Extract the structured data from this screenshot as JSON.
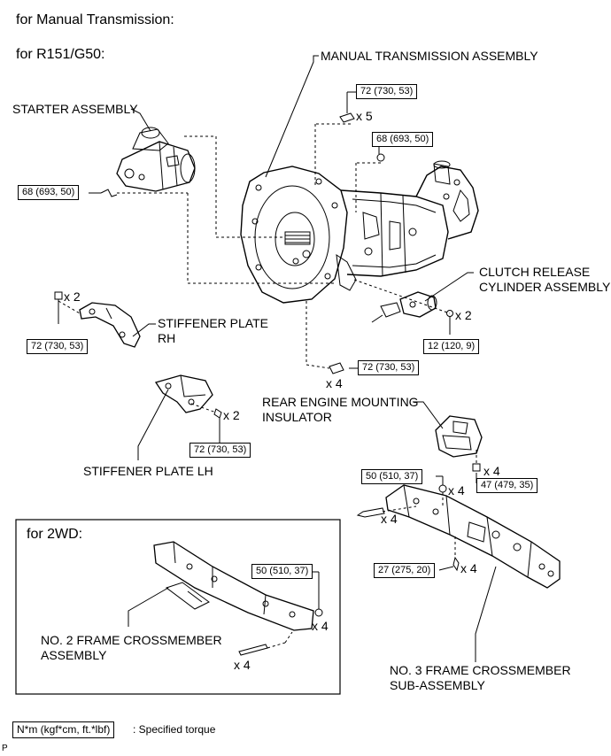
{
  "headings": {
    "main": "for Manual Transmission:",
    "variant": "for R151/G50:"
  },
  "components": {
    "transmission": "MANUAL TRANSMISSION ASSEMBLY",
    "starter": "STARTER ASSEMBLY",
    "clutch_line1": "CLUTCH RELEASE",
    "clutch_line2": "CYLINDER ASSEMBLY",
    "stiffener_rh_line1": "STIFFENER PLATE",
    "stiffener_rh_line2": "RH",
    "stiffener_lh": "STIFFENER PLATE LH",
    "rear_mount_line1": "REAR ENGINE MOUNTING",
    "rear_mount_line2": "INSULATOR",
    "no3_line1": "NO. 3 FRAME CROSSMEMBER",
    "no3_line2": "SUB-ASSEMBLY",
    "no2_line1": "NO. 2 FRAME CROSSMEMBER",
    "no2_line2": "ASSEMBLY"
  },
  "inset": {
    "title": "for 2WD:"
  },
  "torques": {
    "trans_bolts_top": "72 (730, 53)",
    "trans_bolt_upper": "68 (693, 50)",
    "starter_bolt": "68 (693, 50)",
    "stiffener_rh": "72 (730, 53)",
    "clutch_bolt": "12 (120, 9)",
    "trans_bolts_bottom": "72 (730, 53)",
    "stiffener_lh": "72 (730, 53)",
    "rear_mount": "47 (479, 35)",
    "no3_nut": "50 (510, 37)",
    "no3_center": "27 (275, 20)",
    "no2_nut": "50 (510, 37)"
  },
  "quantities": {
    "trans_bolts_top": "x 5",
    "stiffener_rh": "x 2",
    "clutch_bolt": "x 2",
    "trans_bolts_bottom": "x 4",
    "stiffener_lh": "x 2",
    "rear_mount": "x 4",
    "no3_nut": "x 4",
    "no3_bolt": "x 4",
    "no3_center": "x 4",
    "no2_nut": "x 4",
    "no2_bolt": "x 4"
  },
  "legend": {
    "unit_box": "N*m (kgf*cm, ft.*lbf)",
    "description": ": Specified torque"
  },
  "corner_mark": "P"
}
